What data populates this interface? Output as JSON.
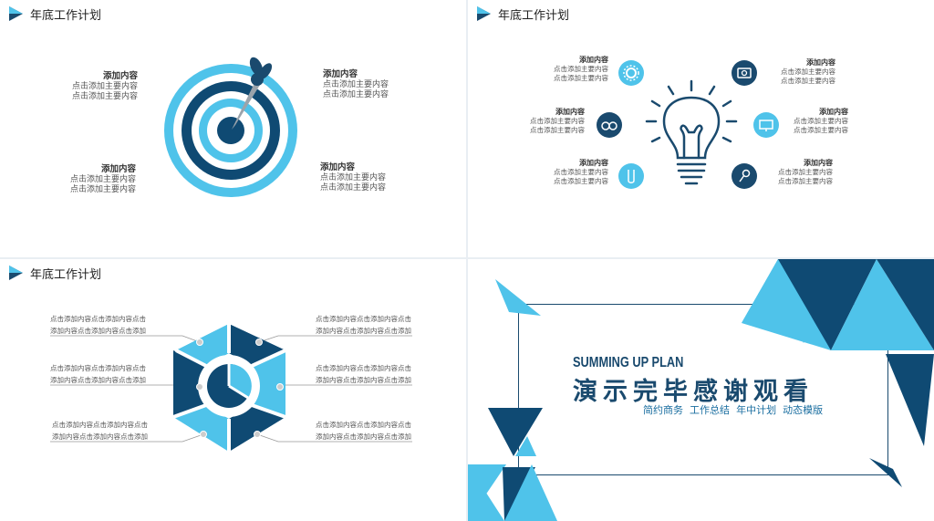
{
  "slides": {
    "common_title": "年底工作计划",
    "s1": {
      "blocks": [
        {
          "title": "添加内容",
          "lines": [
            "点击添加主要内容",
            "点击添加主要内容"
          ]
        },
        {
          "title": "添加内容",
          "lines": [
            "点击添加主要内容",
            "点击添加主要内容"
          ]
        },
        {
          "title": "添加内容",
          "lines": [
            "点击添加主要内容",
            "点击添加主要内容"
          ]
        },
        {
          "title": "添加内容",
          "lines": [
            "点击添加主要内容",
            "点击添加主要内容"
          ]
        }
      ]
    },
    "s2": {
      "blocks": [
        {
          "title": "添加内容",
          "lines": [
            "点击添加主要内容",
            "点击添加主要内容"
          ]
        },
        {
          "title": "添加内容",
          "lines": [
            "点击添加主要内容",
            "点击添加主要内容"
          ]
        },
        {
          "title": "添加内容",
          "lines": [
            "点击添加主要内容",
            "点击添加主要内容"
          ]
        },
        {
          "title": "添加内容",
          "lines": [
            "点击添加主要内容",
            "点击添加主要内容"
          ]
        },
        {
          "title": "添加内容",
          "lines": [
            "点击添加主要内容",
            "点击添加主要内容"
          ]
        },
        {
          "title": "添加内容",
          "lines": [
            "点击添加主要内容",
            "点击添加主要内容"
          ]
        }
      ]
    },
    "s3": {
      "left": [
        [
          "点击添加内容点击添加内容点击",
          "添加内容点击添加内容点击添加"
        ],
        [
          "点击添加内容点击添加内容点击",
          "添加内容点击添加内容点击添加"
        ],
        [
          "点击添加内容点击添加内容点击",
          "添加内容点击添加内容点击添加"
        ]
      ],
      "right": [
        [
          "点击添加内容点击添加内容点击",
          "添加内容点击添加内容点击添加"
        ],
        [
          "点击添加内容点击添加内容点击",
          "添加内容点击添加内容点击添加"
        ],
        [
          "点击添加内容点击添加内容点击",
          "添加内容点击添加内容点击添加"
        ]
      ]
    },
    "s4": {
      "en_title": "SUMMING UP PLAN",
      "cn_title": "演示完毕感谢观看",
      "subtitle": "简约商务  工作总结  年中计划   动态模版"
    }
  },
  "colors": {
    "dark_blue": "#0f4a73",
    "light_blue": "#4fc3ea",
    "accent_text": "#1a4a6e"
  },
  "icons": [
    "play-logo-icon",
    "dart-target-icon",
    "lightbulb-icon",
    "gear-icon",
    "camera-icon",
    "binoculars-icon",
    "monitor-icon",
    "flask-icon",
    "microphone-icon"
  ]
}
